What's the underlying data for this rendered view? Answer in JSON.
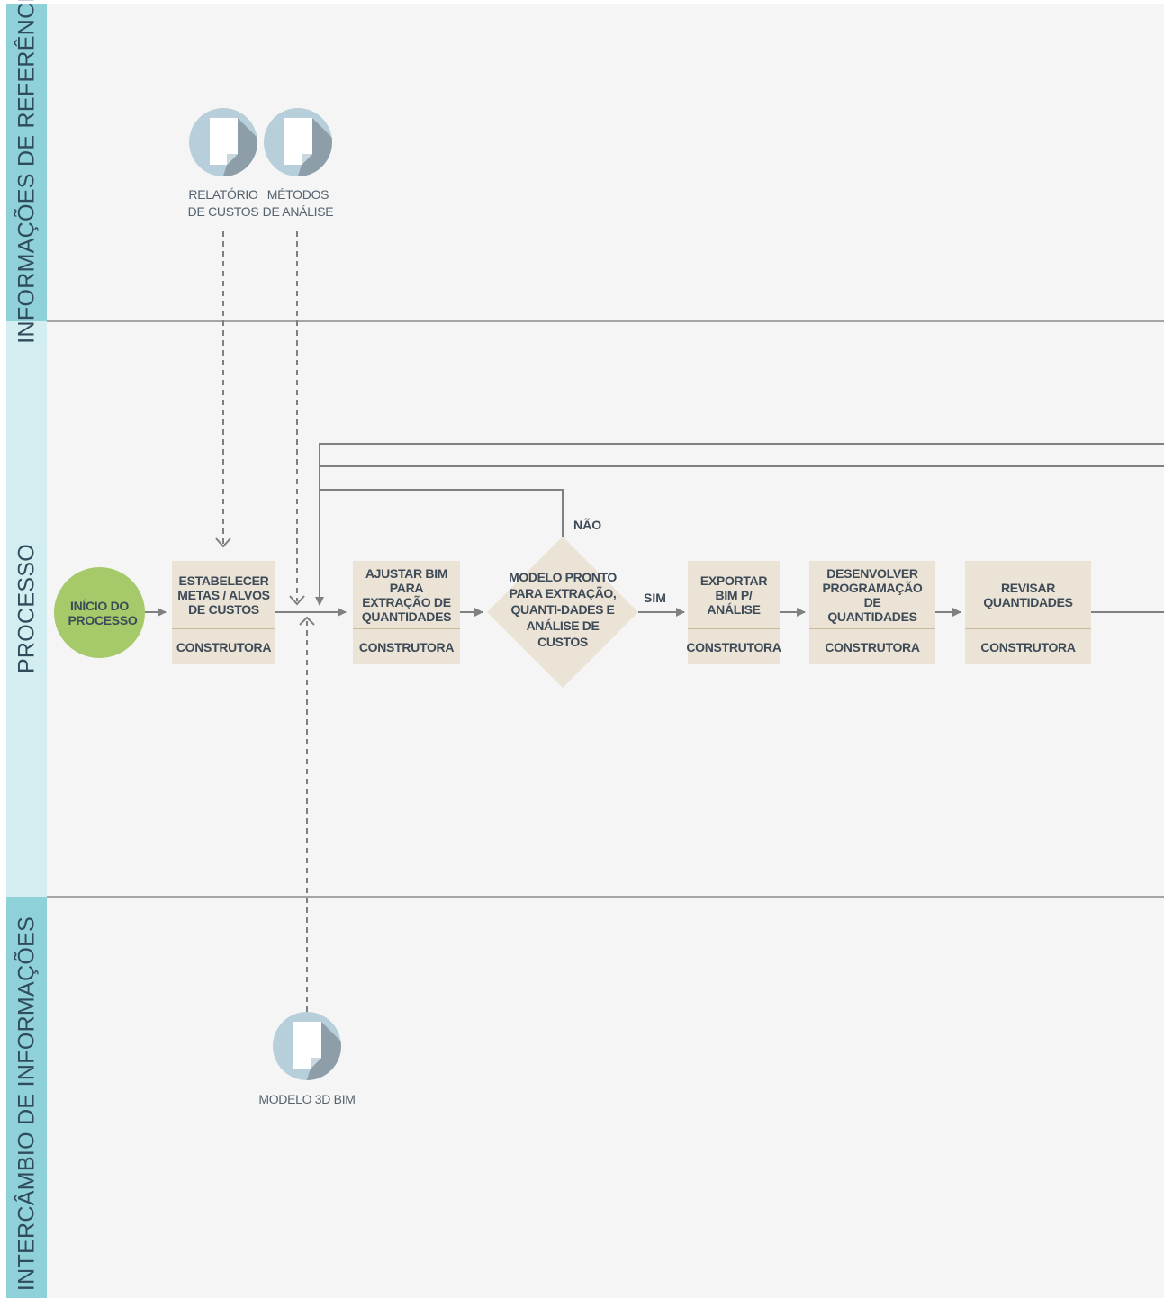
{
  "lanes": {
    "reference": "INFORMAÇÕES DE REFERÊNCIA",
    "process": "PROCESSO",
    "exchange": "INTERCÂMBIO DE INFORMAÇÕES"
  },
  "start": {
    "label": "INÍCIO DO PROCESSO"
  },
  "tasks": [
    {
      "title": "ESTABELECER METAS / ALVOS DE CUSTOS",
      "owner": "CONSTRUTORA"
    },
    {
      "title": "AJUSTAR BIM PARA EXTRAÇÃO DE QUANTIDADES",
      "owner": "CONSTRUTORA"
    },
    {
      "title": "EXPORTAR BIM P/ ANÁLISE",
      "owner": "CONSTRUTORA"
    },
    {
      "title": "DESENVOLVER PROGRAMAÇÃO DE QUANTIDADES",
      "owner": "CONSTRUTORA"
    },
    {
      "title": "REVISAR QUANTIDADES",
      "owner": "CONSTRUTORA"
    }
  ],
  "decision": {
    "label": "MODELO PRONTO PARA EXTRAÇÃO, QUANTI-DADES E ANÁLISE DE CUSTOS",
    "yes": "SIM",
    "no": "NÃO"
  },
  "documents": [
    {
      "caption_line1": "RELATÓRIO",
      "caption_line2": "DE CUSTOS",
      "icon": "document-icon"
    },
    {
      "caption_line1": "MÉTODOS",
      "caption_line2": "DE ANÁLISE",
      "icon": "document-icon"
    },
    {
      "caption_line1": "MODELO 3D BIM",
      "caption_line2": "",
      "icon": "document-icon"
    }
  ],
  "colors": {
    "lane_dark": "#8fd1d8",
    "lane_light": "#d4edf1",
    "task_fill": "#ebe3d5",
    "start_fill": "#a6c96a",
    "connector": "#808080",
    "doc_circle": "#b7cfda"
  }
}
